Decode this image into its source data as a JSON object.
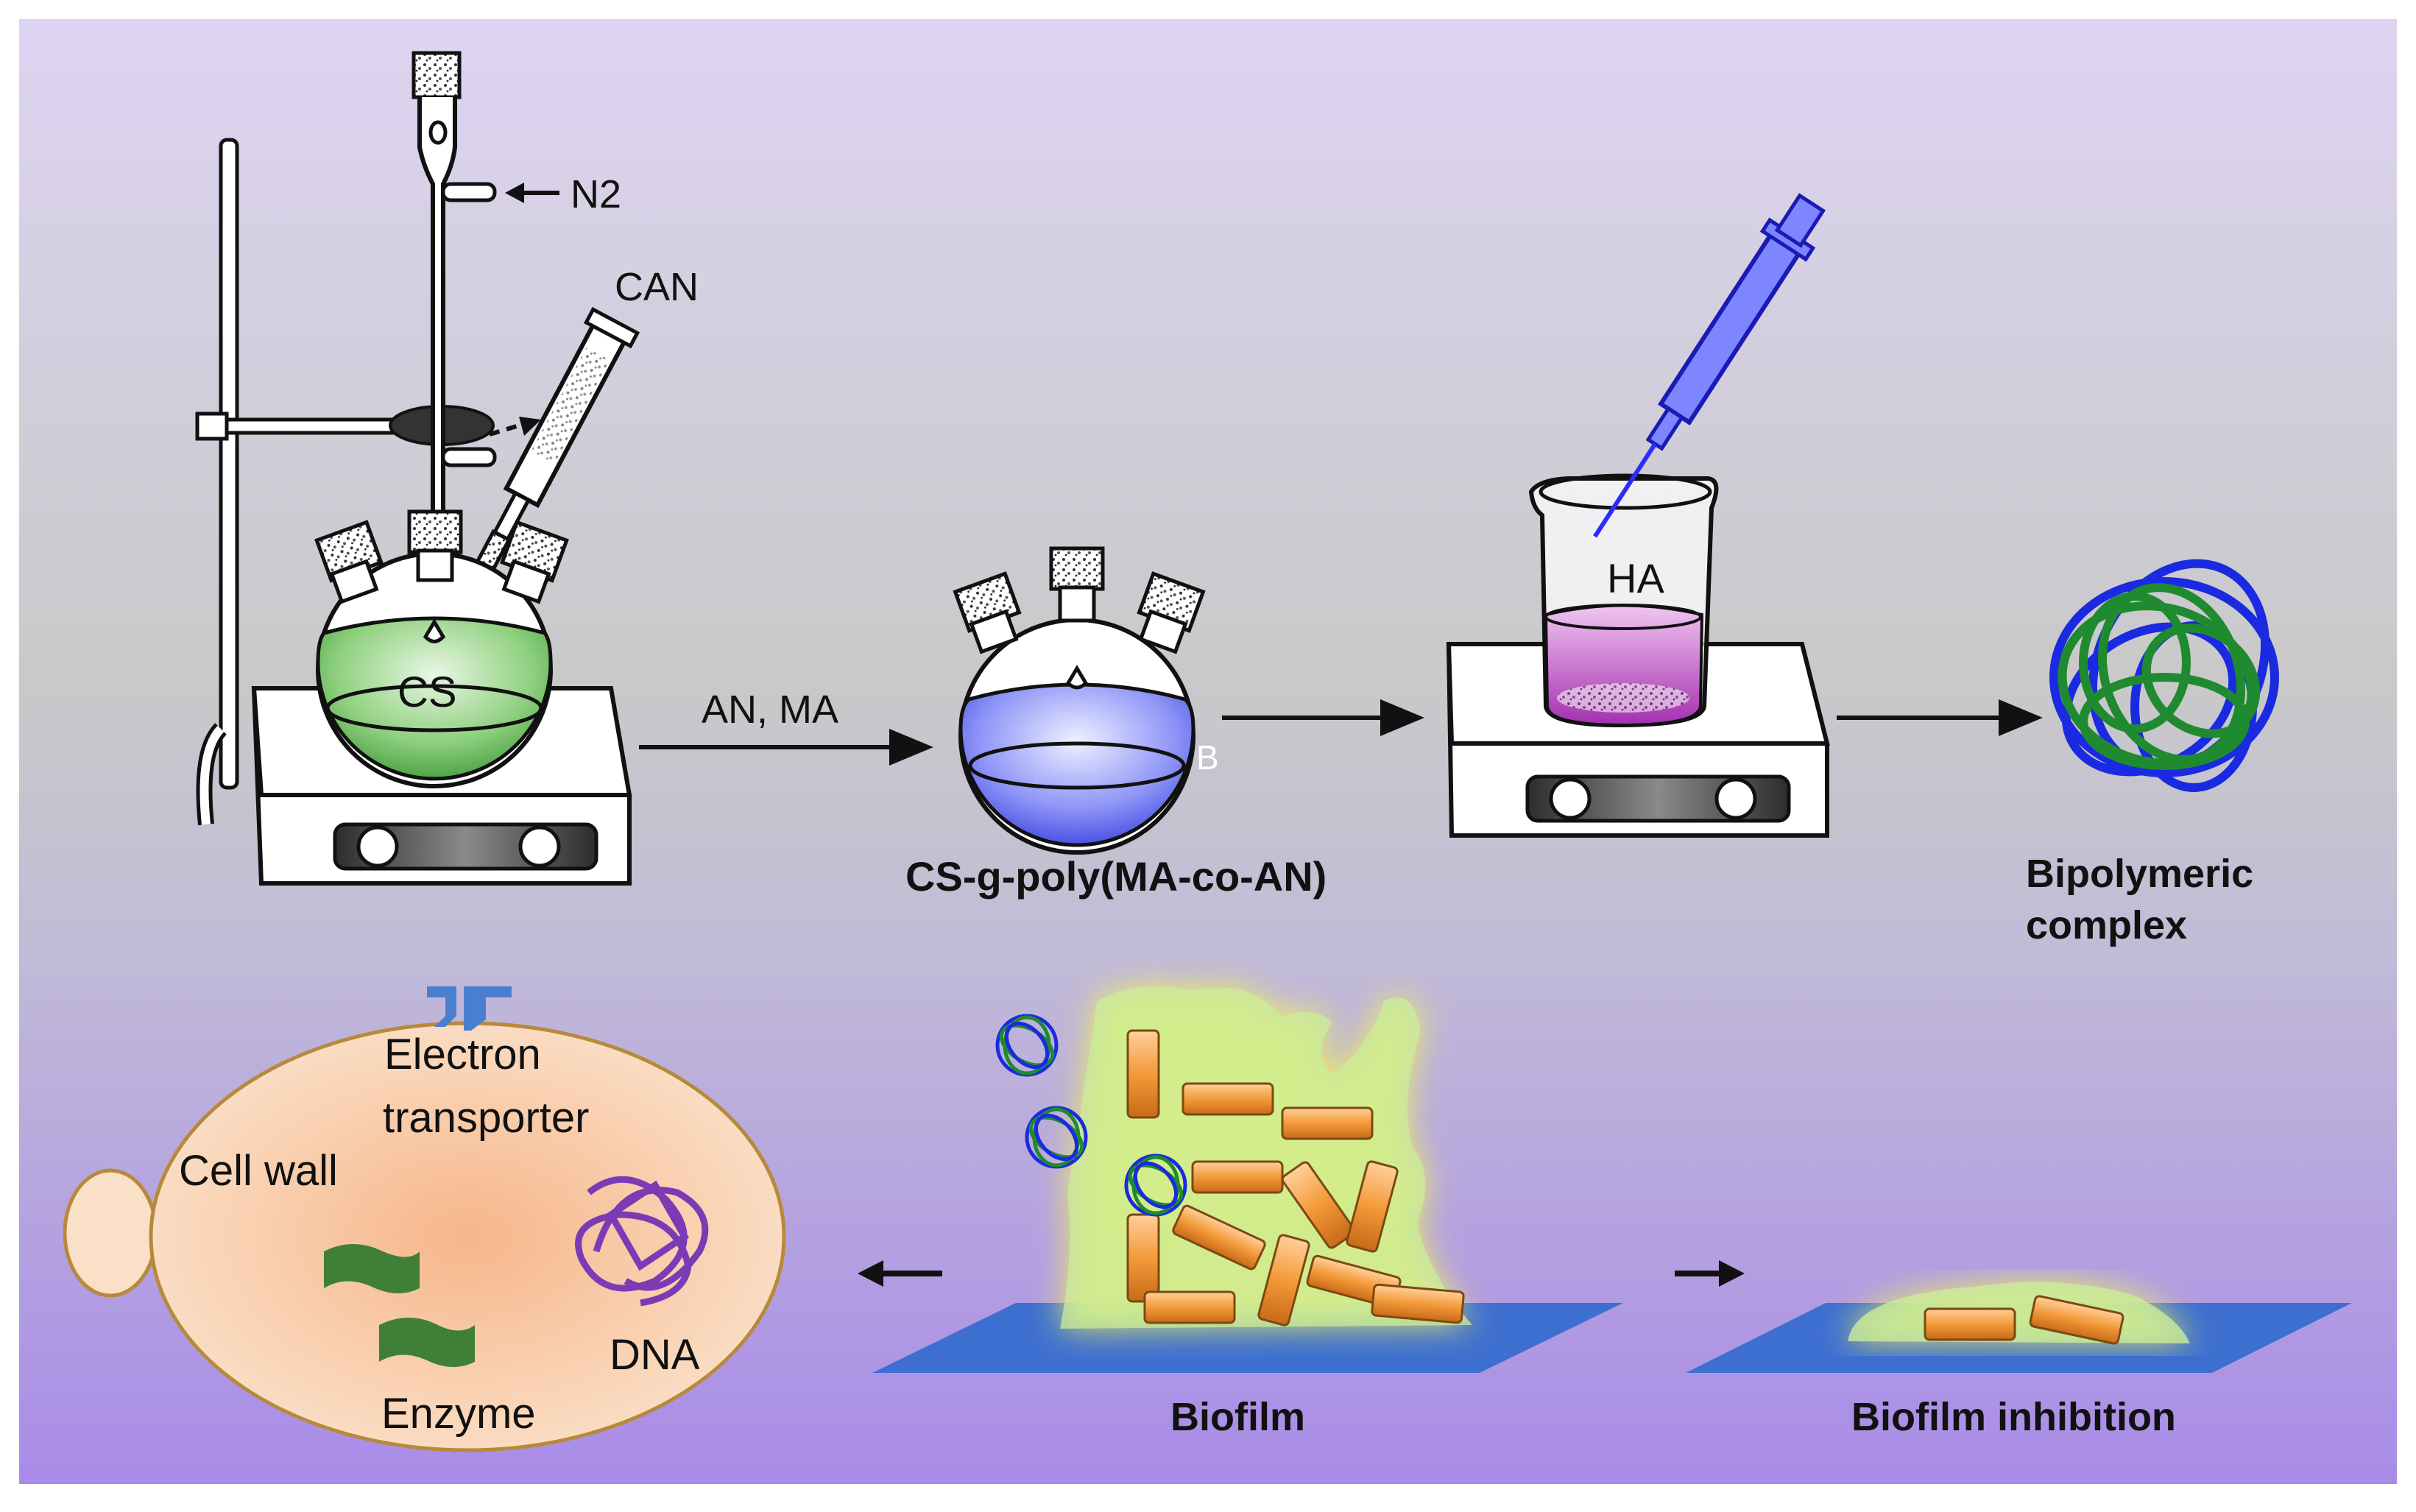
{
  "labels": {
    "n2": "N2",
    "can": "CAN",
    "cs": "CS",
    "an_ma": "AN, MA",
    "b": "B",
    "product": "CS-g-poly(MA-co-AN)",
    "ha": "HA",
    "bipolymeric_line1": "Bipolymeric",
    "bipolymeric_line2": "complex",
    "electron_line1": "Electron",
    "electron_line2": "transporter",
    "cell_wall": "Cell wall",
    "dna": "DNA",
    "enzyme": "Enzyme",
    "biofilm": "Biofilm",
    "biofilm_inhibition": "Biofilm inhibition"
  },
  "colors": {
    "background_top": "#ddd4f2",
    "background_mid": "#c9c9c9",
    "background_bottom": "#a98be8",
    "cs_solution": "#5fb857",
    "b_solution": "#5a63f0",
    "ha_solution": "#b23fbf",
    "syringe_blue": "#2a2cff",
    "polymer_green": "#1f8a2f",
    "polymer_blue": "#1a2ae0",
    "cell_fill": "#f9d2b0",
    "biofilm_yellow": "#f3f35a",
    "bacteria_orange": "#f39a3a",
    "surface_blue": "#3d6fd1",
    "enzyme_green": "#3f7f38",
    "dna_purple": "#7a3bb5"
  }
}
